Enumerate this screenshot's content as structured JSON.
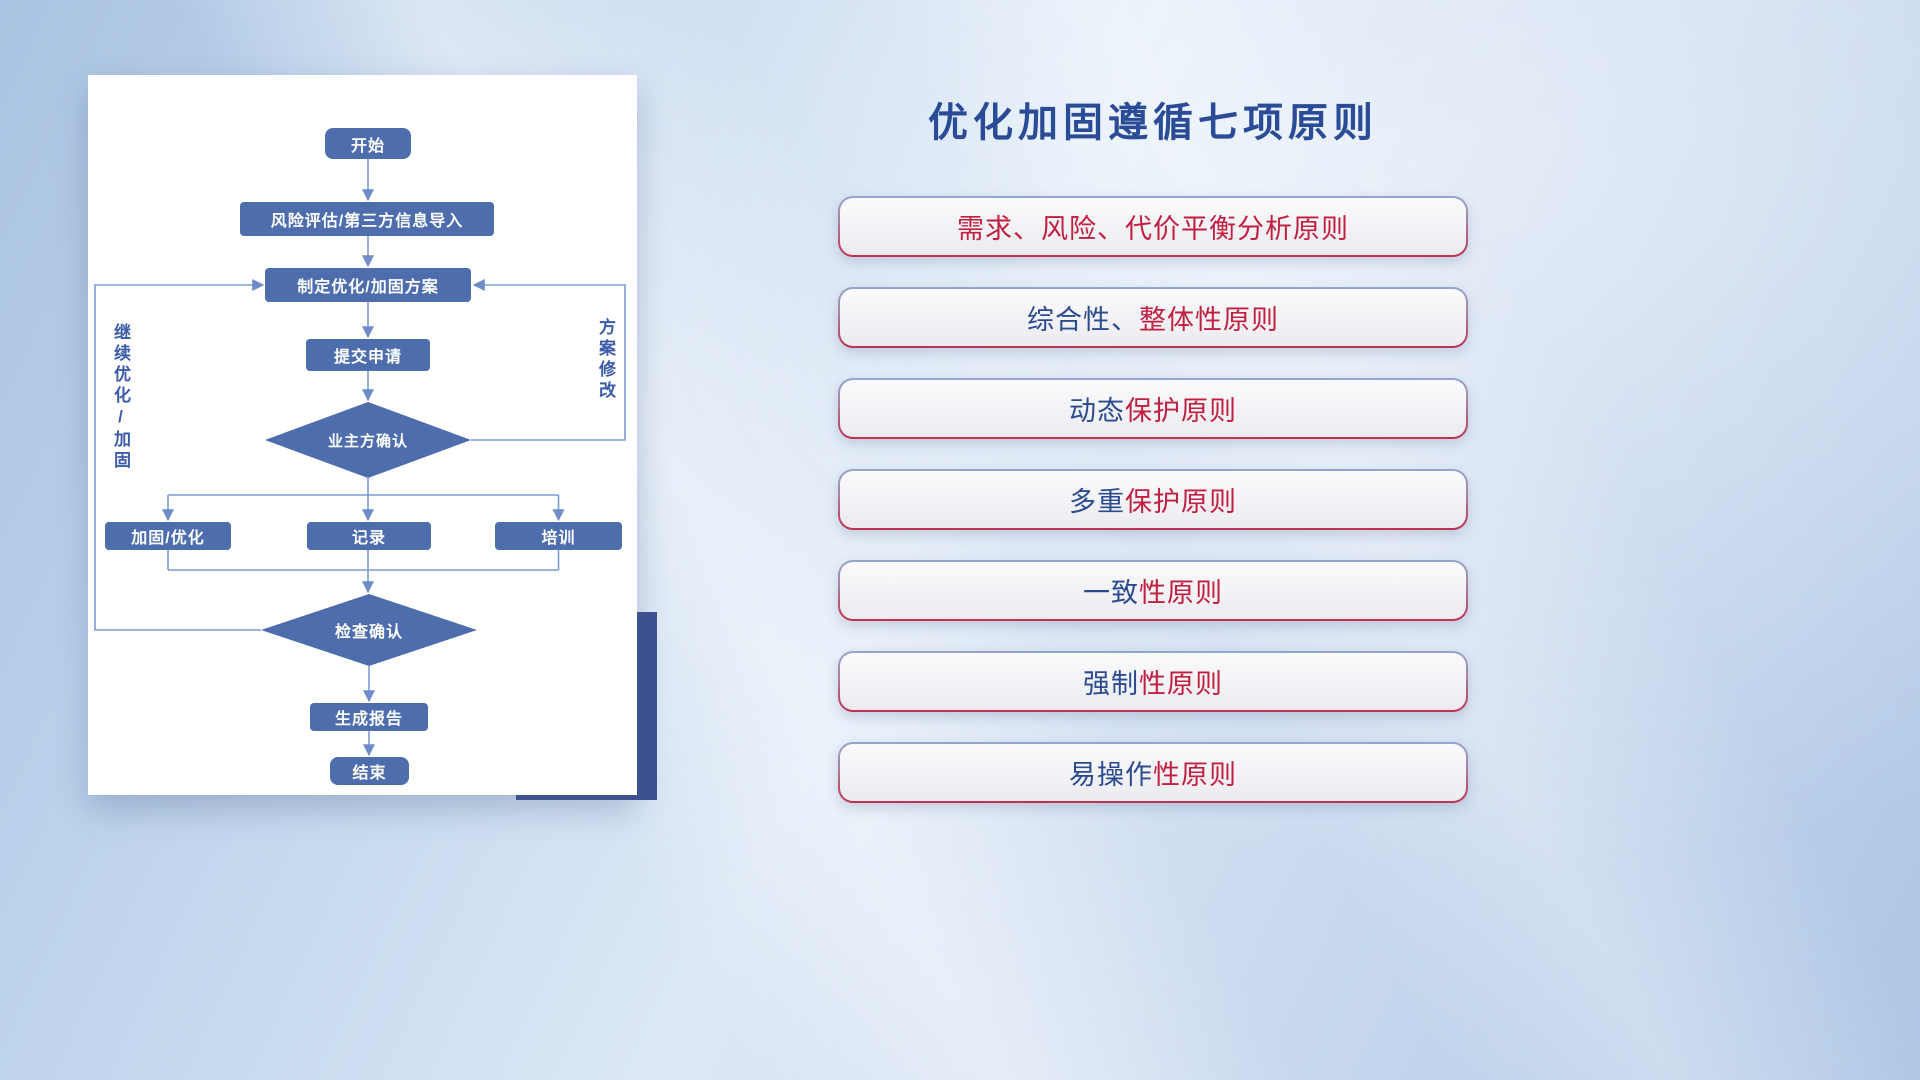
{
  "page_title": "优化加固遵循七项原则",
  "flowchart": {
    "nodes": {
      "start": "开始",
      "risk_import": "风险评估/第三方信息导入",
      "make_plan": "制定优化/加固方案",
      "submit": "提交申请",
      "owner_confirm": "业主方确认",
      "harden_optimize": "加固/优化",
      "record": "记录",
      "training": "培训",
      "check_confirm": "检查确认",
      "report": "生成报告",
      "end": "结束"
    },
    "edge_labels": {
      "continue_optimize": "继续优化/加固",
      "plan_revise": "方案修改"
    }
  },
  "principles": [
    {
      "blue": "",
      "red": "需求、风险、代价平衡分析原则"
    },
    {
      "blue": "综合性、",
      "red": "整体性原则"
    },
    {
      "blue": "动态",
      "red": "保护原则"
    },
    {
      "blue": "多重",
      "red": "保护原则"
    },
    {
      "blue": "一致",
      "red": "性原则"
    },
    {
      "blue": "强制",
      "red": "性原则"
    },
    {
      "blue": "易操作",
      "red": "性原则"
    }
  ],
  "colors": {
    "title_blue": "#2a4b96",
    "principle_blue": "#2b4b8f",
    "principle_red": "#c01f3f",
    "node_fill": "#4d6dad",
    "connector_line": "#7e9bd3",
    "accent_block": "#3d5191"
  }
}
